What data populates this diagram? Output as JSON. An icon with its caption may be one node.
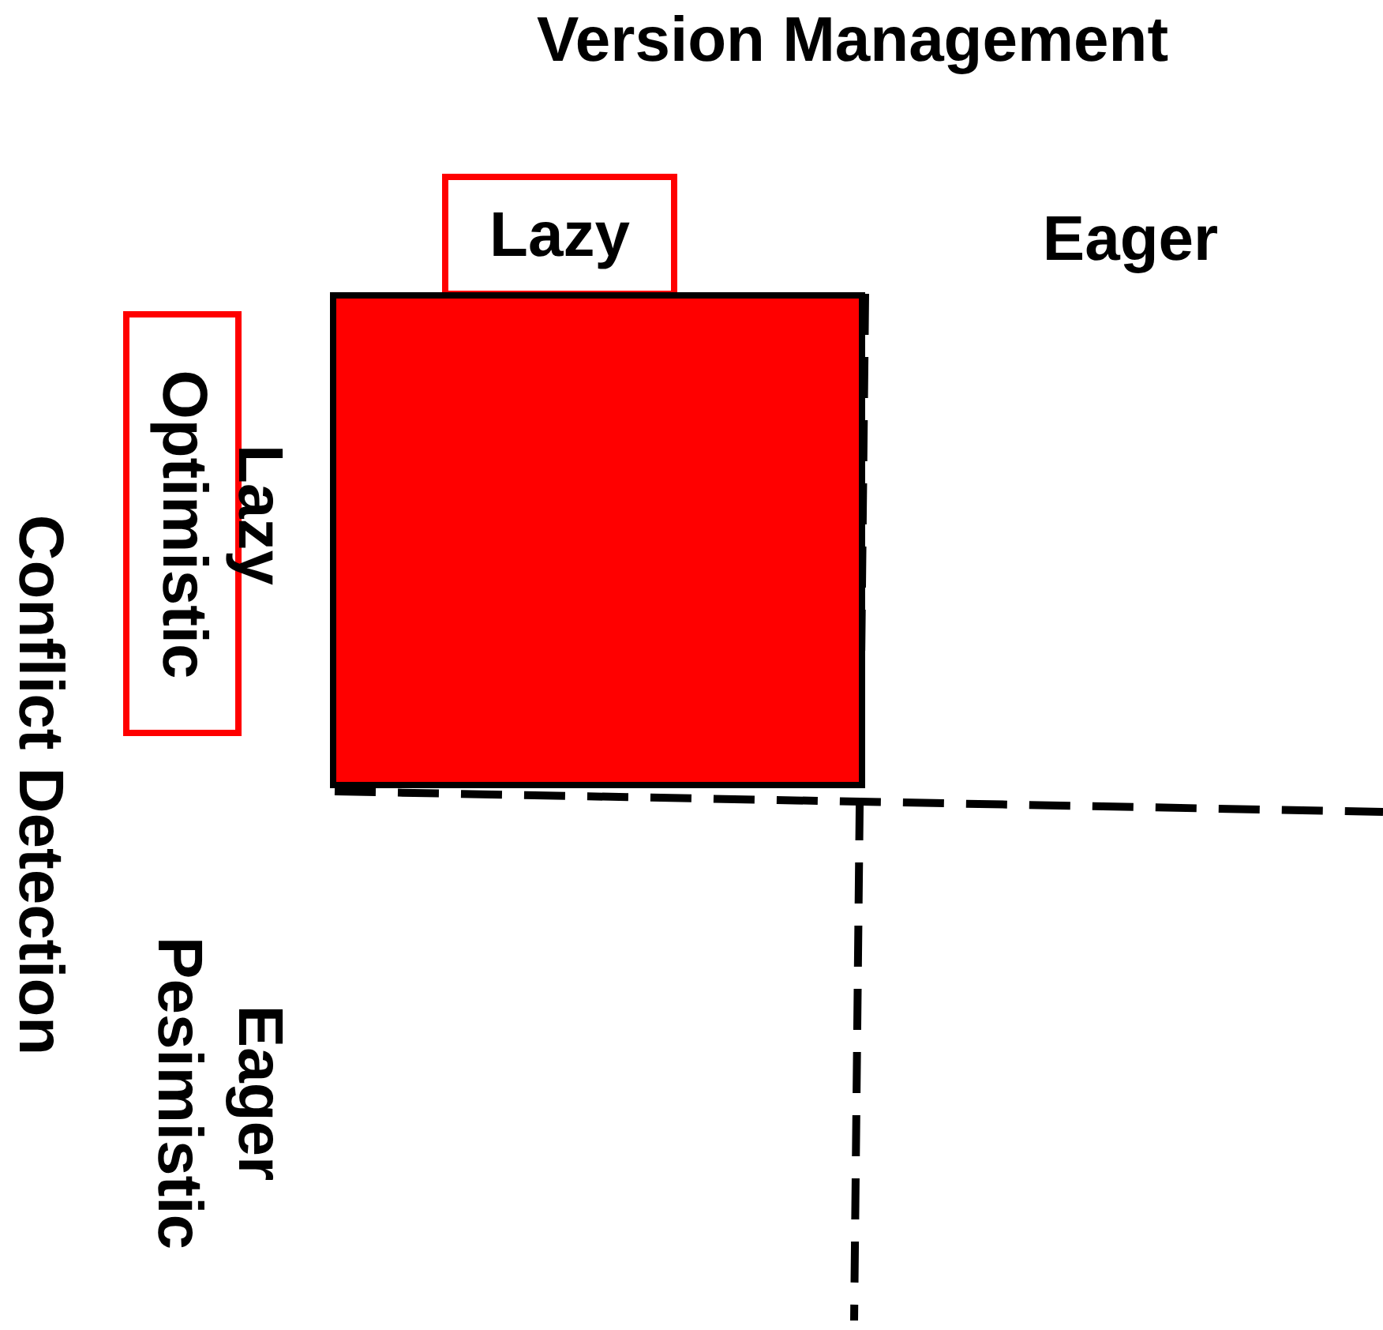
{
  "diagram": {
    "title": "Version Management",
    "nodes": [
      {
        "text": [
          "Lazy"
        ]
      },
      {
        "text": [
          "Optimistic"
        ]
      },
      {
        "text": [],
        "shape": "box"
      }
    ],
    "labels": [
      "Eager",
      "Lazy",
      "Conflict Detection",
      "Eager",
      "Pesimistic"
    ]
  }
}
